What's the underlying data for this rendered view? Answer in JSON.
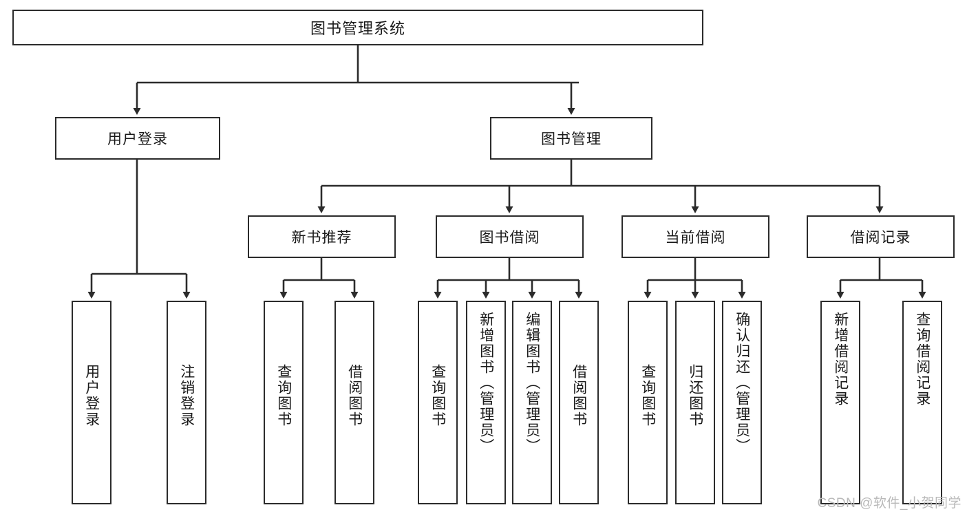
{
  "diagram": {
    "title": "图书管理系统",
    "type": "hierarchy-tree",
    "colors": {
      "background": "#ffffff",
      "box_border": "#2b2b2b",
      "box_fill": "#ffffff",
      "text": "#1a1a1a",
      "edge": "#2b2b2b",
      "watermark": "#b9b9b9"
    },
    "root": {
      "label": "图书管理系统"
    },
    "level2": [
      {
        "label": "用户登录"
      },
      {
        "label": "图书管理"
      }
    ],
    "level3": [
      {
        "label": "新书推荐"
      },
      {
        "label": "图书借阅"
      },
      {
        "label": "当前借阅"
      },
      {
        "label": "借阅记录"
      }
    ],
    "leaves": {
      "user_login": [
        {
          "label": "用户登录"
        },
        {
          "label": "注销登录"
        }
      ],
      "new_book": [
        {
          "label": "查询图书"
        },
        {
          "label": "借阅图书"
        }
      ],
      "borrow": [
        {
          "label": "查询图书"
        },
        {
          "label": "新增图书（管理员）"
        },
        {
          "label": "编辑图书（管理员）"
        },
        {
          "label": "借阅图书"
        }
      ],
      "current": [
        {
          "label": "查询图书"
        },
        {
          "label": "归还图书"
        },
        {
          "label": "确认归还（管理员）"
        }
      ],
      "records": [
        {
          "label": "新增借阅记录"
        },
        {
          "label": "查询借阅记录"
        }
      ]
    }
  },
  "watermark": {
    "text": "CSDN @软件_小贺同学"
  }
}
